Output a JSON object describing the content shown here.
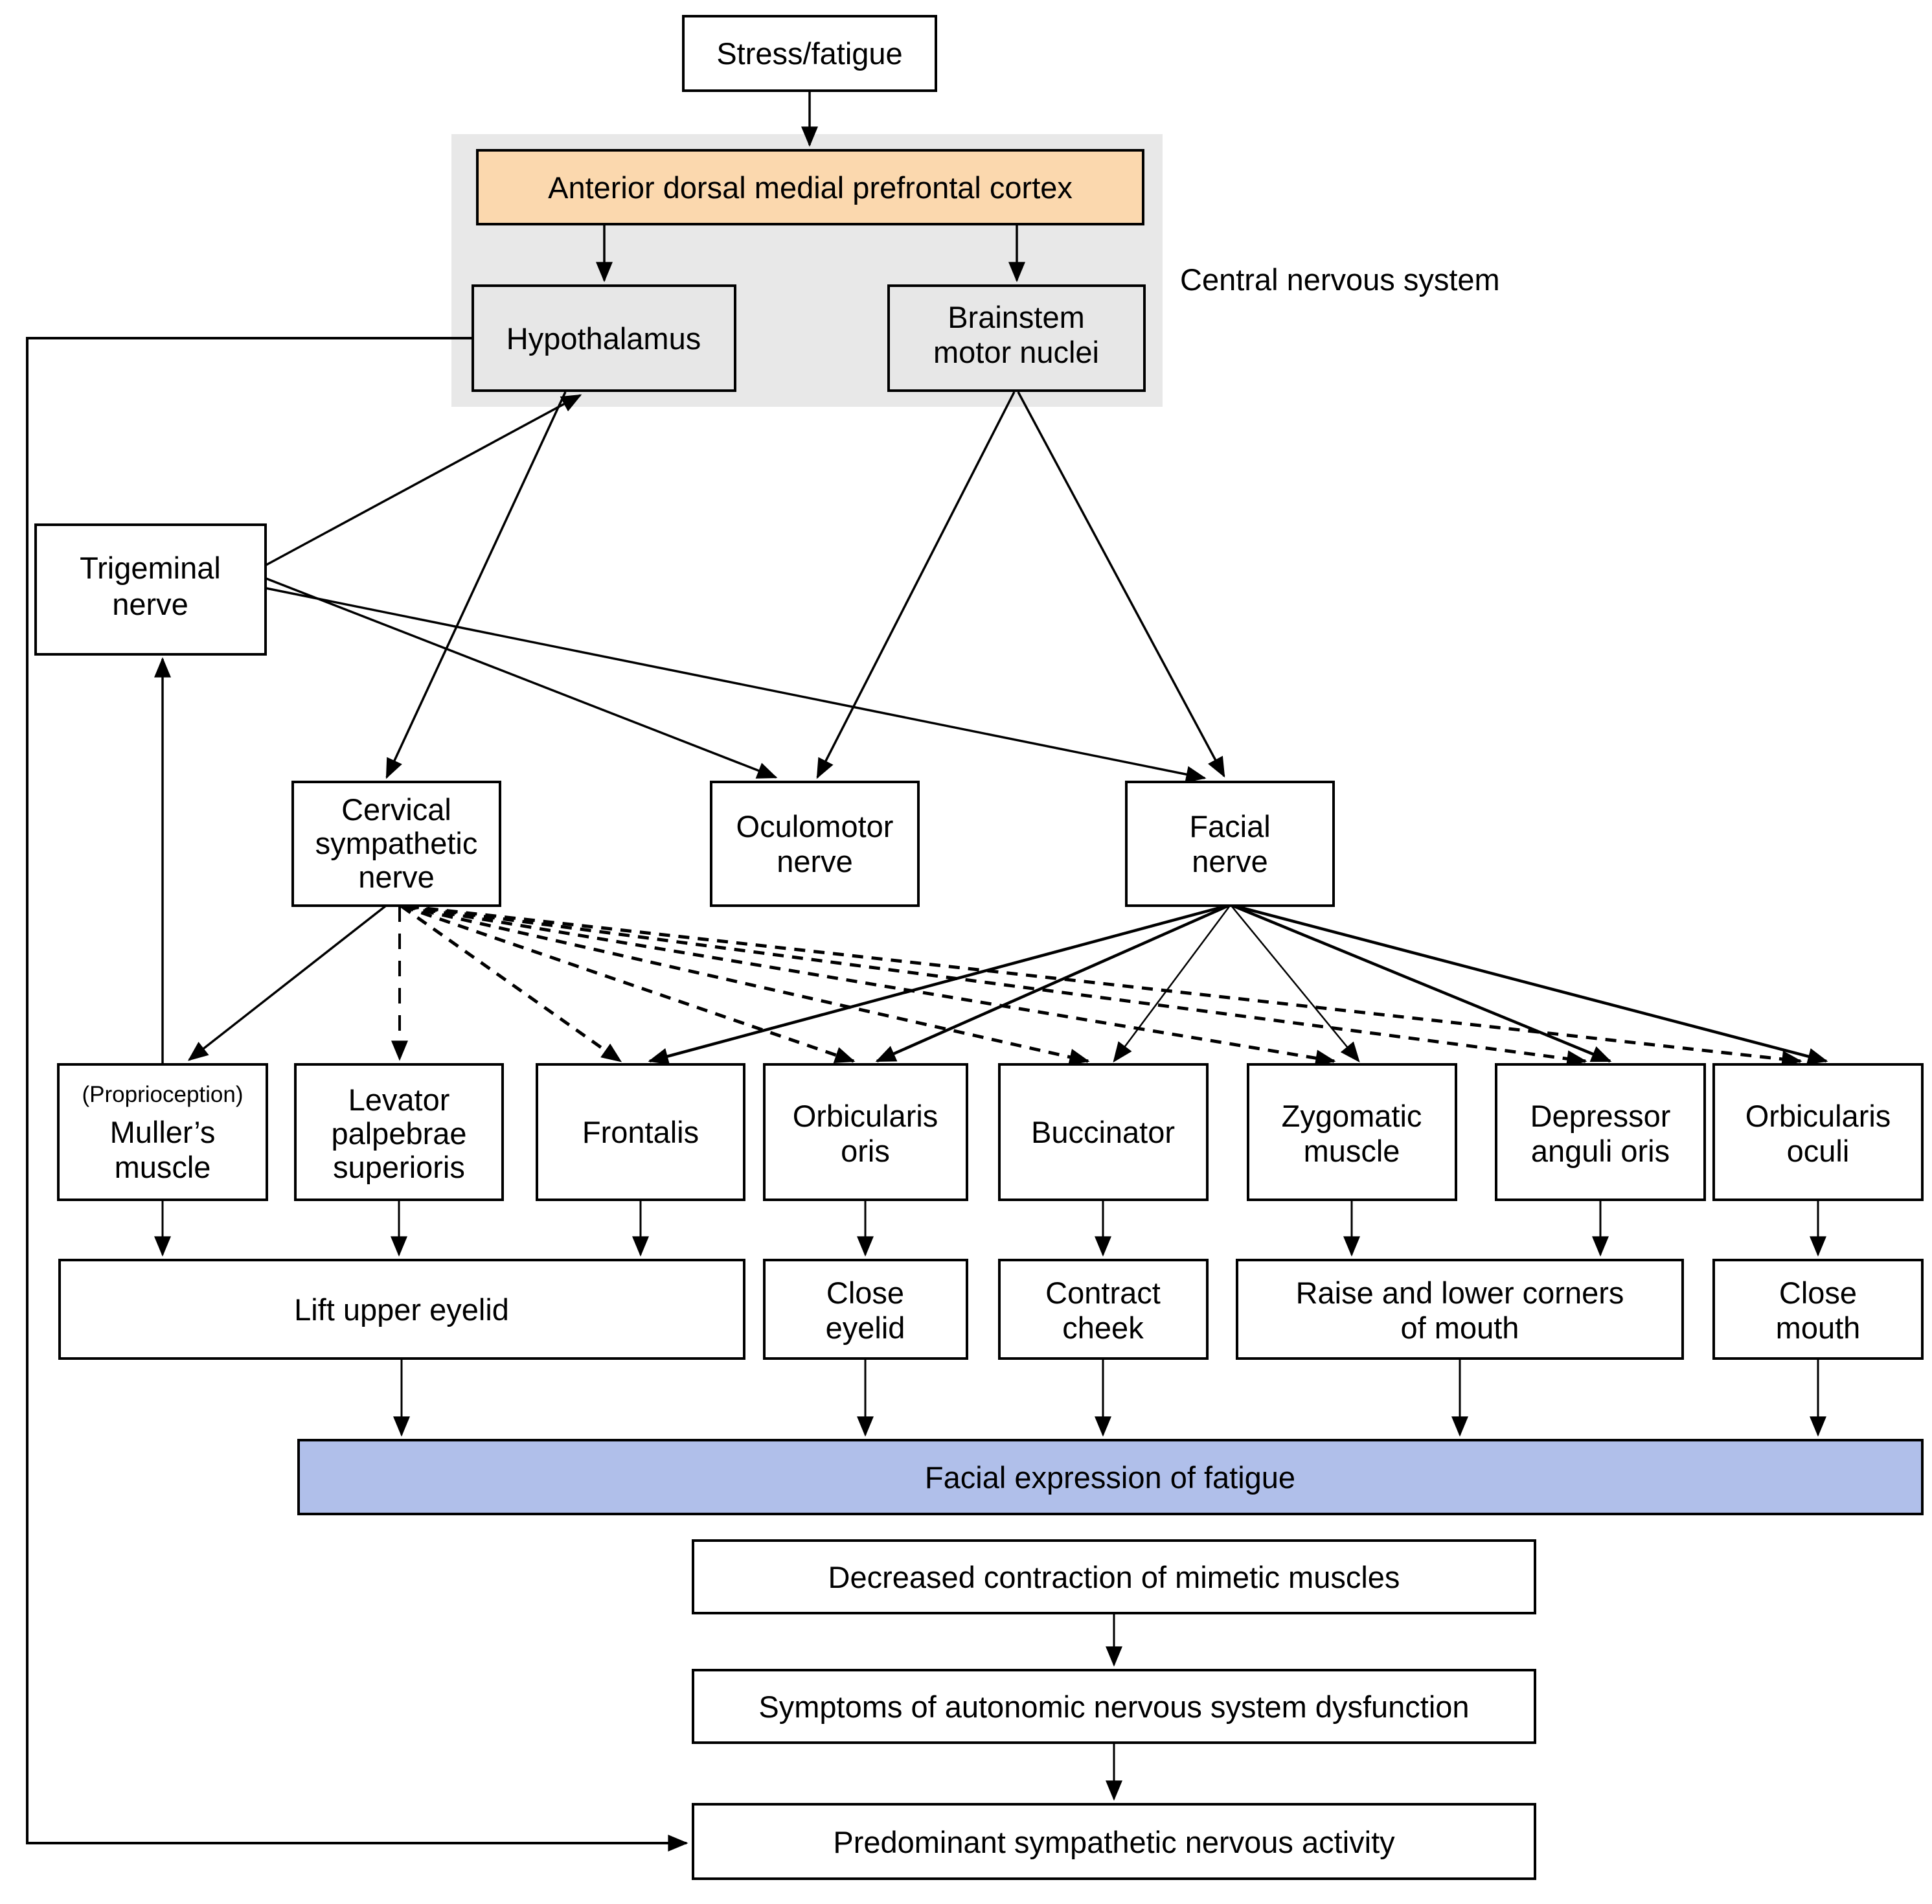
{
  "colors": {
    "background": "#ffffff",
    "cns_region_fill": "#e8e8e8",
    "gray_box_fill": "#e7e7e7",
    "peach_box_fill": "#fbd8ae",
    "blue_bar_fill": "#b0bfea",
    "line_color": "#000000",
    "text_color": "#000000"
  },
  "labels": {
    "cns_region": "Central nervous system"
  },
  "nodes": {
    "stress": "Stress/fatigue",
    "admpc": "Anterior dorsal medial prefrontal cortex",
    "hypothalamus": "Hypothalamus",
    "brainstem": [
      "Brainstem",
      "motor nuclei"
    ],
    "trigeminal": [
      "Trigeminal",
      "nerve"
    ],
    "cervical": [
      "Cervical",
      "sympathetic",
      "nerve"
    ],
    "oculomotor": [
      "Oculomotor",
      "nerve"
    ],
    "facial": [
      "Facial",
      "nerve"
    ],
    "mullers_note": "(Proprioception)",
    "mullers": [
      "Muller’s",
      "muscle"
    ],
    "levator": [
      "Levator",
      "palpebrae",
      "superioris"
    ],
    "frontalis": "Frontalis",
    "orbicularis_oris": [
      "Orbicularis",
      "oris"
    ],
    "buccinator": "Buccinator",
    "zygomatic": [
      "Zygomatic",
      "muscle"
    ],
    "depressor": [
      "Depressor",
      "anguli oris"
    ],
    "orbicularis_oculi": [
      "Orbicularis",
      "oculi"
    ],
    "lift_upper_eyelid": "Lift upper eyelid",
    "close_eyelid": [
      "Close",
      "eyelid"
    ],
    "contract_cheek": [
      "Contract",
      "cheek"
    ],
    "raise_lower": [
      "Raise and lower corners",
      "of mouth"
    ],
    "close_mouth": [
      "Close",
      "mouth"
    ],
    "expression": "Facial expression of fatigue",
    "decreased": "Decreased contraction of mimetic muscles",
    "symptoms": "Symptoms of autonomic nervous system dysfunction",
    "predominant": "Predominant sympathetic nervous activity"
  }
}
